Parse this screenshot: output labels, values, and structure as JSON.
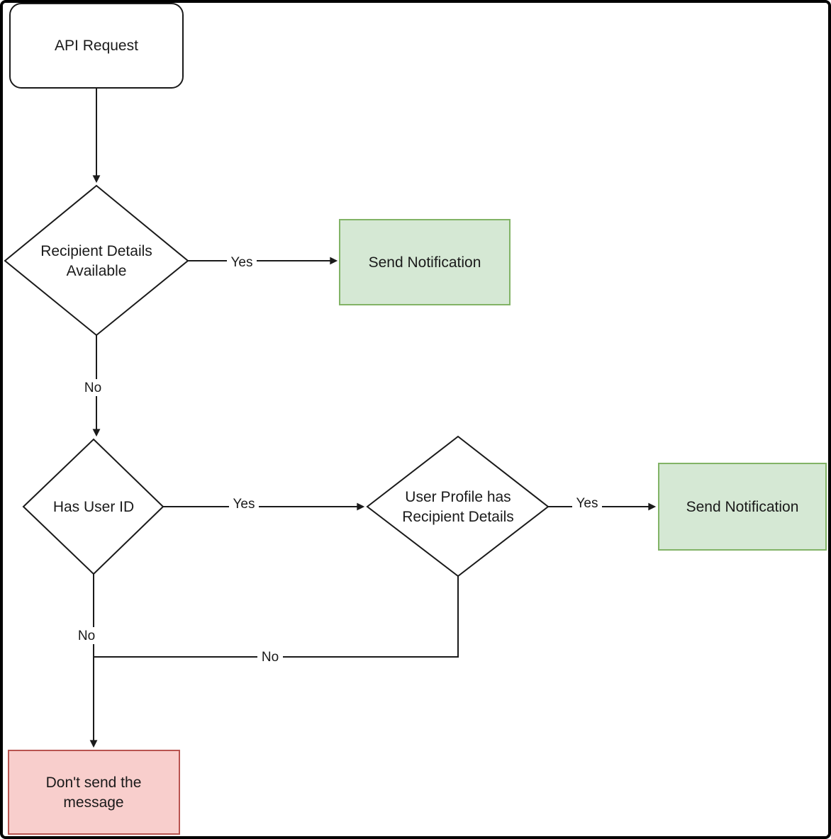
{
  "colors": {
    "background": "#ffffff",
    "frame": "#000000",
    "line": "#1a1a1a",
    "text": "#1a1a1a",
    "node_fill": "#ffffff",
    "node_stroke": "#1a1a1a",
    "success_fill": "#d5e8d4",
    "success_stroke": "#82b366",
    "danger_fill": "#f8cecc",
    "danger_stroke": "#b85450"
  },
  "nodes": {
    "api_request": {
      "shape": "rounded-rectangle",
      "label": "API Request"
    },
    "recipient_details_available": {
      "shape": "diamond",
      "label": "Recipient Details Available",
      "line1": "Recipient Details",
      "line2": "Available"
    },
    "send_notification_top": {
      "shape": "rectangle",
      "label": "Send Notification"
    },
    "has_user_id": {
      "shape": "diamond",
      "label": "Has User ID"
    },
    "user_profile_has_recipient_details": {
      "shape": "diamond",
      "label": "User Profile has Recipient Details",
      "line1": "User Profile has",
      "line2": "Recipient Details"
    },
    "send_notification_right": {
      "shape": "rectangle",
      "label": "Send Notification"
    },
    "dont_send_message": {
      "shape": "rectangle",
      "label": "Don't send the message",
      "line1": "Don't send the",
      "line2": "message"
    }
  },
  "edge_labels": {
    "recipient_details_yes": "Yes",
    "recipient_details_no": "No",
    "has_user_id_yes": "Yes",
    "user_profile_yes": "Yes",
    "has_user_id_no": "No",
    "user_profile_no": "No"
  }
}
